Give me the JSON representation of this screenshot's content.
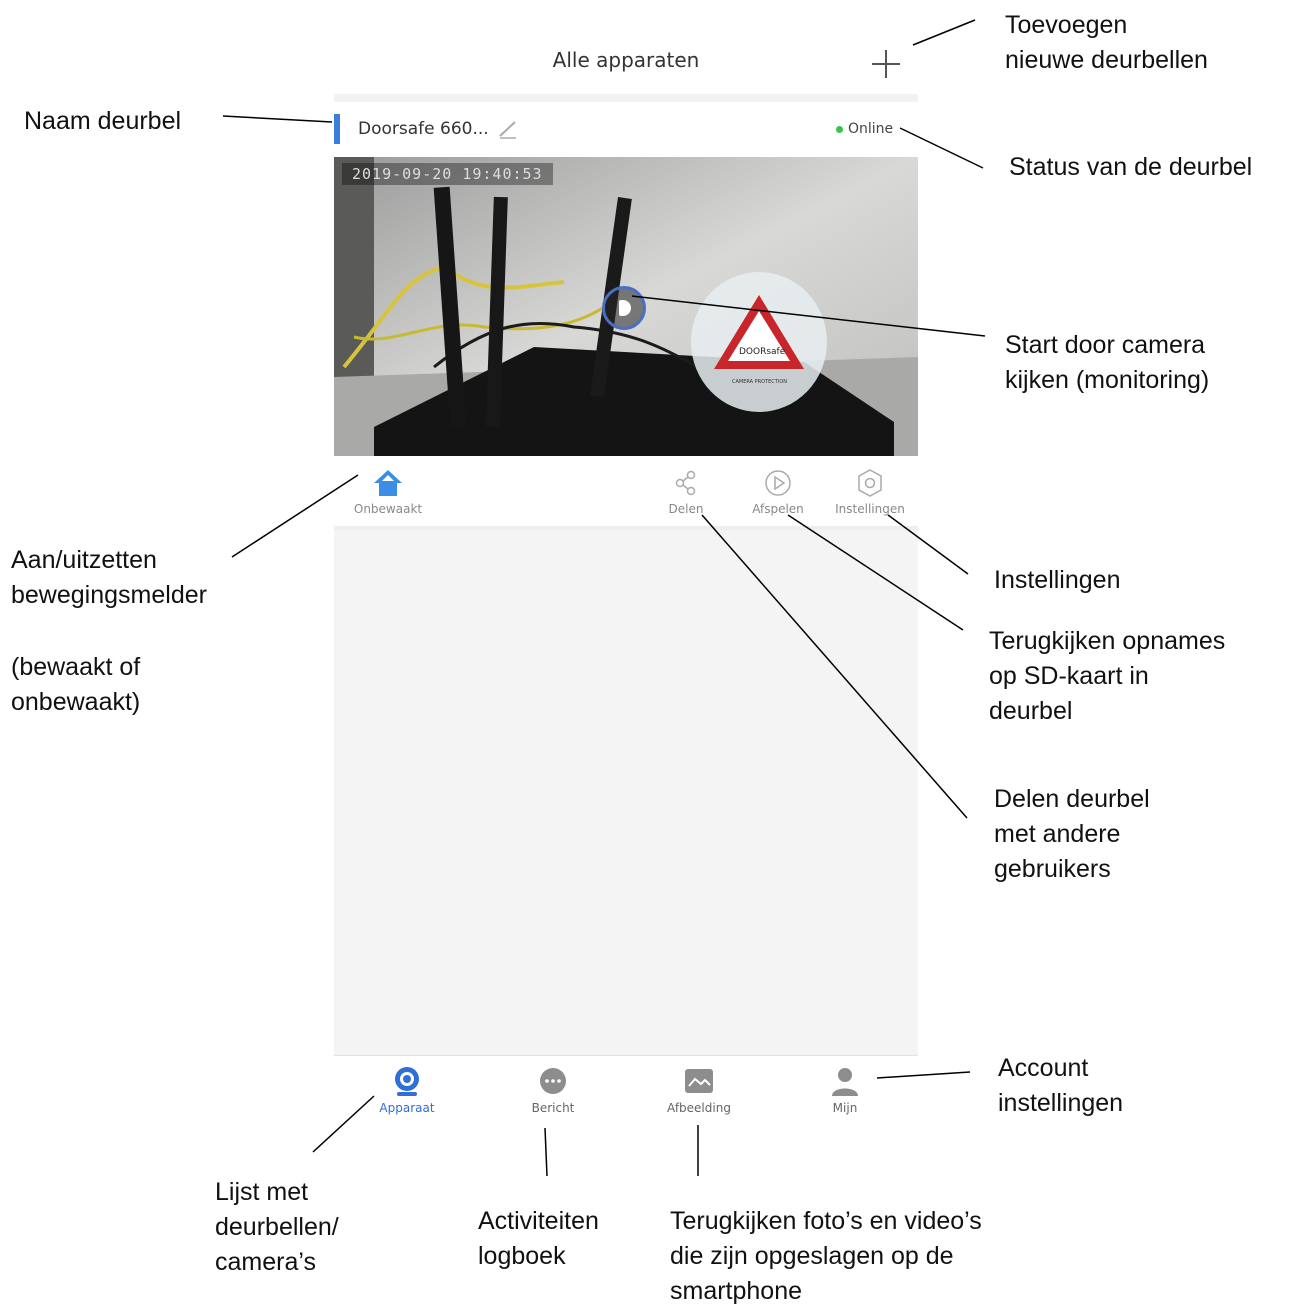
{
  "header": {
    "title": "Alle apparaten",
    "add_icon": "plus-icon"
  },
  "device": {
    "name": "Doorsafe 660...",
    "status": "Online",
    "status_color": "#35c54a",
    "accent_color": "#3b7ddd",
    "timestamp": "2019-09-20  19:40:53",
    "camera_sign_brand": "DOORsafe",
    "camera_sign_sub": "CAMERA PROTECTION"
  },
  "toolbar": {
    "arm": "Onbewaakt",
    "share": "Delen",
    "playback": "Afspelen",
    "settings": "Instellingen"
  },
  "tabs": [
    {
      "label": "Apparaat",
      "icon": "camera-icon",
      "active": true
    },
    {
      "label": "Bericht",
      "icon": "message-icon",
      "active": false
    },
    {
      "label": "Afbeelding",
      "icon": "image-icon",
      "active": false
    },
    {
      "label": "Mijn",
      "icon": "user-icon",
      "active": false
    }
  ],
  "annotations": {
    "add": [
      "Toevoegen",
      "nieuwe deurbellen"
    ],
    "name": [
      "Naam deurbel"
    ],
    "status": [
      "Status van de deurbel"
    ],
    "monitor": [
      "Start door camera",
      "kijken (monitoring)"
    ],
    "motion": [
      "Aan/uitzetten",
      "bewegingsmelder"
    ],
    "motion_note": [
      "(bewaakt of",
      "onbewaakt)"
    ],
    "settings": [
      "Instellingen"
    ],
    "playback": [
      "Terugkijken opnames",
      "op SD-kaart in",
      "deurbel"
    ],
    "share": [
      "Delen deurbel",
      "met andere",
      "gebruikers"
    ],
    "account": [
      "Account",
      "instellingen"
    ],
    "devices": [
      "Lijst met",
      "deurbellen/",
      "camera’s"
    ],
    "log": [
      "Activiteiten",
      "logboek"
    ],
    "gallery": [
      "Terugkijken foto’s en video’s",
      "die zijn opgeslagen op de",
      "smartphone"
    ]
  }
}
